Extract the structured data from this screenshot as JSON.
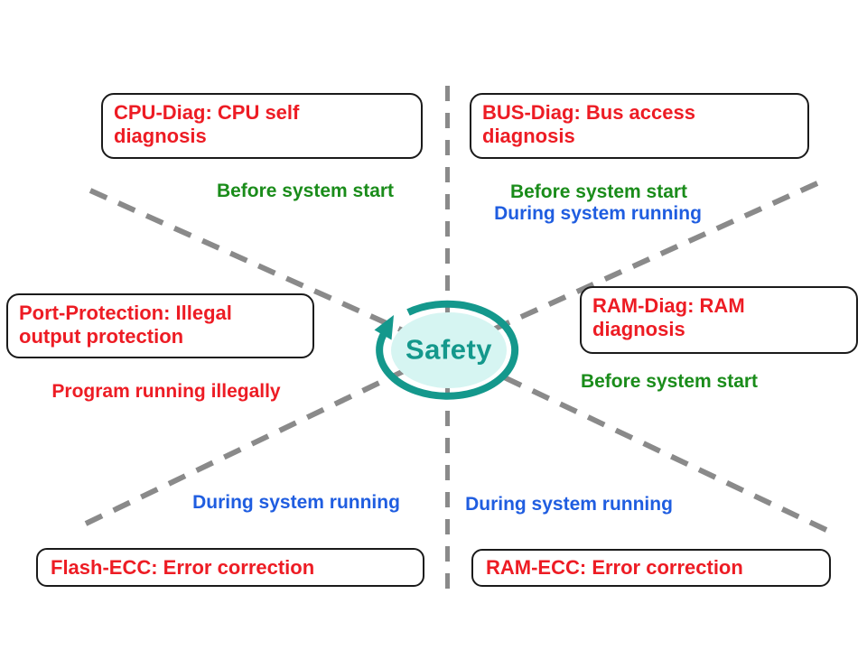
{
  "diagram": {
    "safety_label": "Safety",
    "boxes": {
      "cpu": {
        "label": "CPU-Diag: CPU self\ndiagnosis"
      },
      "bus": {
        "label": "BUS-Diag: Bus access\ndiagnosis"
      },
      "port": {
        "label": "Port-Protection: Illegal\noutput protection"
      },
      "ram": {
        "label": "RAM-Diag: RAM\ndiagnosis"
      },
      "flash": {
        "label": "Flash-ECC: Error correction"
      },
      "ramecc": {
        "label": "RAM-ECC: Error correction"
      }
    },
    "annotations": {
      "cpu_before": "Before system start",
      "bus_before": "Before system start",
      "bus_during": "During system running",
      "port_illegal": "Program running illegally",
      "ram_before": "Before system start",
      "flash_during": "During system running",
      "ramecc_during": "During system running"
    },
    "colors": {
      "box_text_red": "#ED1C24",
      "annotation_green": "#1A8C1A",
      "annotation_blue": "#1F5DE0",
      "safety_teal": "#14988C",
      "ellipse_fill": "#D6F5F2",
      "dash_gray": "#8A8A8A",
      "box_border": "#1A1A1A"
    }
  }
}
